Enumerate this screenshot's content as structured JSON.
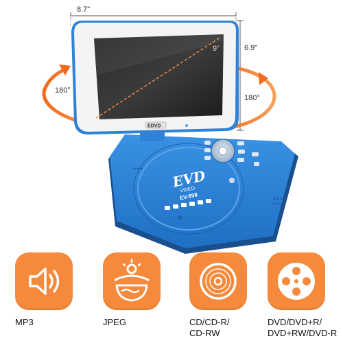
{
  "dimensions": {
    "width_label": "8.7\"",
    "diagonal_label": "9\"",
    "height_label": "6.9\"",
    "rotate_left_label": "180°",
    "rotate_right_label": "180°"
  },
  "device": {
    "screen_brand": "EDVD",
    "disc_logo": "EVD",
    "disc_sub": "VIDEO",
    "model": "EV-998"
  },
  "features": [
    {
      "icon": "speaker-icon",
      "label": "MP3"
    },
    {
      "icon": "photo-icon",
      "label": "JPEG"
    },
    {
      "icon": "disc-icon",
      "label": "CD/CD-R/\nCD-RW"
    },
    {
      "icon": "film-reel-icon",
      "label": "DVD/DVD+R/\nDVD+RW/DVD-R"
    }
  ],
  "colors": {
    "accent_orange": "#f58a3c",
    "device_blue": "#2e82d8",
    "bezel_white": "#f4f4f4"
  }
}
